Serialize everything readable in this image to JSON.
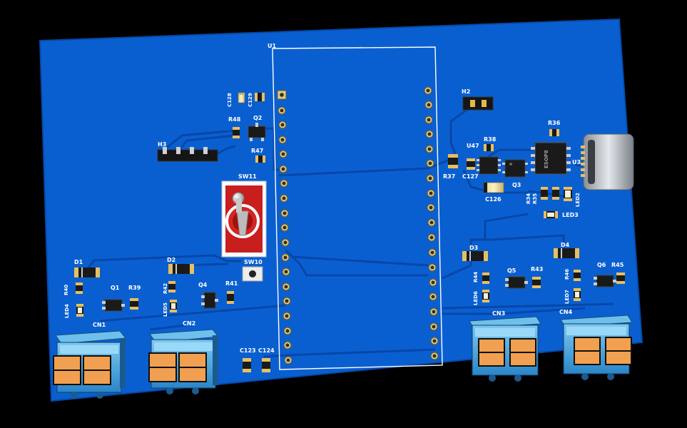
{
  "board": {
    "colors": {
      "background": "#000000",
      "board": "#0a5fd0",
      "trace": "#0647a8",
      "silkscreen": "#ffffff",
      "pad": "#d8c88a",
      "pad_gold": "#e6b84a",
      "terminal_body": "#3da4e0",
      "terminal_contact": "#f0a050",
      "switch_red": "#c81e1e"
    },
    "labels": {
      "u1": "U1",
      "c128": "C128",
      "c129": "C129",
      "r48": "R48",
      "q2": "Q2",
      "r47": "R47",
      "h3": "H3",
      "sw11": "SW11",
      "sw10": "SW10",
      "d1": "D1",
      "d2": "D2",
      "r40": "R40",
      "q1": "Q1",
      "r39": "R39",
      "r42": "R42",
      "q4": "Q4",
      "r41": "R41",
      "led4": "LED4",
      "led5": "LED5",
      "cn1": "CN1",
      "cn2": "CN2",
      "c123": "C123",
      "c124": "C124",
      "h2": "H2",
      "r38": "R38",
      "u47": "U47",
      "r37": "R37",
      "c127": "C127",
      "q3": "Q3",
      "c126": "C126",
      "r36": "R36",
      "u3": "U3",
      "u3_chip": "ESOP8",
      "r34": "R34",
      "r35": "R35",
      "led2": "LED2",
      "led3": "LED3",
      "d3": "D3",
      "d4": "D4",
      "r44": "R44",
      "q5": "Q5",
      "r43": "R43",
      "led6": "LED6",
      "r46": "R46",
      "q6": "Q6",
      "r45": "R45",
      "led7": "LED7",
      "cn3": "CN3",
      "cn4": "CN4"
    }
  }
}
